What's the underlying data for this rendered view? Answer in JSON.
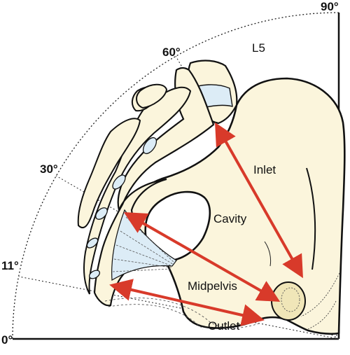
{
  "angles": {
    "a0": "0°",
    "a11": "11°",
    "a30": "30°",
    "a60": "60°",
    "a90": "90°"
  },
  "vertebra_label": "L5",
  "regions": {
    "inlet": "Inlet",
    "cavity": "Cavity",
    "midpelvis": "Midpelvis",
    "outlet": "Outlet"
  },
  "colors": {
    "bone_fill": "#fbf5dc",
    "disc_fill": "#dcecf6",
    "arrow": "#d83a2a",
    "outline": "#111111",
    "guide": "#333333"
  }
}
